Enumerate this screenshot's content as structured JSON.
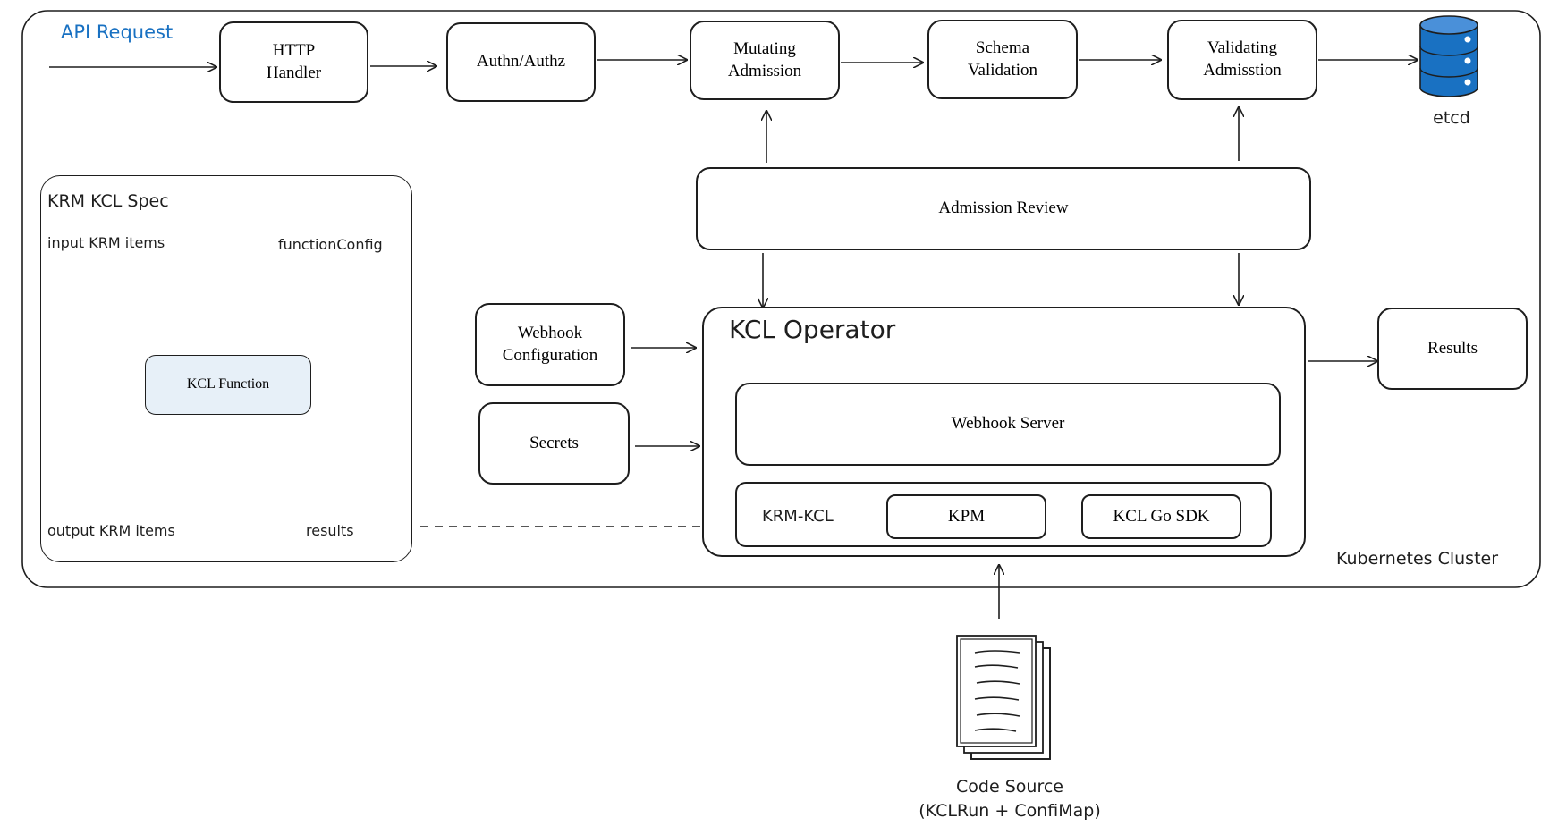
{
  "diagram": {
    "api_request": "API Request",
    "pipeline": {
      "http_handler": [
        "HTTP",
        "Handler"
      ],
      "authn": "Authn/Authz",
      "mutating": [
        "Mutating",
        "Admission"
      ],
      "schema": [
        "Schema",
        "Validation"
      ],
      "validating": [
        "Validating",
        "Admisstion"
      ],
      "etcd": "etcd"
    },
    "admission_review": "Admission Review",
    "krm_spec": {
      "title": "KRM KCL Spec",
      "input": "input KRM items",
      "function_config": "functionConfig",
      "function": "KCL Function",
      "output": "output KRM items",
      "results": "results"
    },
    "webhook_config": [
      "Webhook",
      "Configuration"
    ],
    "secrets": "Secrets",
    "operator": {
      "title": "KCL Operator",
      "webhook_server": "Webhook Server",
      "krm_kcl": "KRM-KCL",
      "kpm": "KPM",
      "go_sdk": "KCL Go SDK"
    },
    "results": "Results",
    "cluster_label": "Kubernetes Cluster",
    "code_source": [
      "Code Source",
      "(KCLRun + ConfiMap)"
    ],
    "colors": {
      "stroke": "#1e1e1e",
      "accent_blue": "#1971c2",
      "function_fill": "#e7f0f8",
      "etcd_blue": "#1971c2"
    }
  }
}
